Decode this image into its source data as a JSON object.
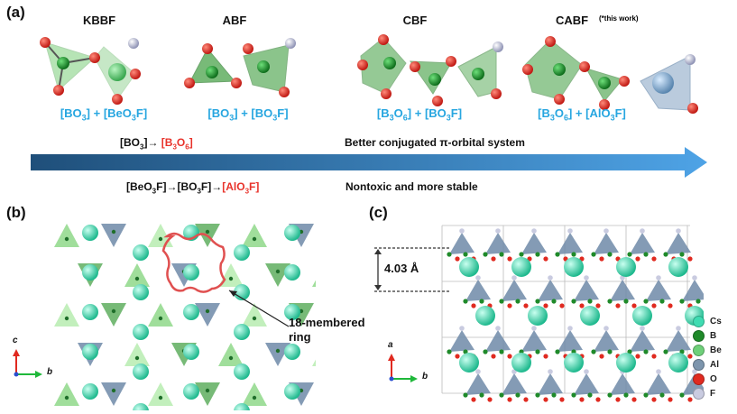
{
  "panel_a": {
    "label": "(a)",
    "crystals": [
      {
        "name": "KBBF",
        "note": "",
        "formula_html": "[BO<sub>3</sub>] + [BeO<sub>3</sub>F]"
      },
      {
        "name": "ABF",
        "note": "",
        "formula_html": "[BO<sub>3</sub>] + [BO<sub>3</sub>F]"
      },
      {
        "name": "CBF",
        "note": "",
        "formula_html": "[B<sub>3</sub>O<sub>6</sub>] + [BO<sub>3</sub>F]"
      },
      {
        "name": "CABF",
        "note": "(*this work)",
        "formula_html": "[B<sub>3</sub>O<sub>6</sub>] + [AlO<sub>3</sub>F]"
      }
    ],
    "trend_top_html": "[BO<sub>3</sub>]→ <span class=\"red\">[B<sub>3</sub>O<sub>6</sub>]</span>",
    "trend_top_desc": "Better conjugated π-orbital system",
    "trend_bottom_html": "[BeO<sub>3</sub>F]→[BO<sub>3</sub>F]→<span class=\"red\">[AlO<sub>3</sub>F]</span>",
    "trend_bottom_desc": "Nontoxic and more stable"
  },
  "panel_b": {
    "label": "(b)",
    "ring_label": "18-membered\nring",
    "axis_vertical": "c",
    "axis_horizontal": "b"
  },
  "panel_c": {
    "label": "(c)",
    "distance_label": "4.03 Å",
    "axis_vertical": "a",
    "axis_horizontal": "b",
    "legend": [
      {
        "label": "Cs",
        "color": "#3fdcb2"
      },
      {
        "label": "B",
        "color": "#1f8a2a"
      },
      {
        "label": "Be",
        "color": "#6fd07a"
      },
      {
        "label": "Al",
        "color": "#7d95ad"
      },
      {
        "label": "O",
        "color": "#e02a20"
      },
      {
        "label": "F",
        "color": "#c9cbe0"
      }
    ]
  },
  "colors": {
    "arrow_start": "#1f4f7a",
    "arrow_end": "#4ea3e6",
    "formula": "#27a6e0",
    "highlight": "#e8322a"
  }
}
